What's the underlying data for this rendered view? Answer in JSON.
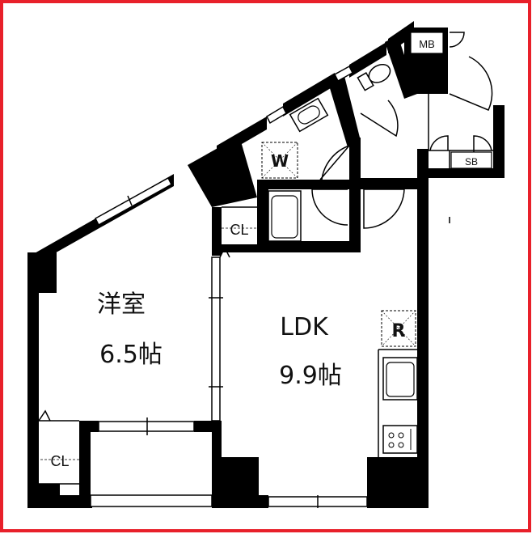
{
  "border_color": "#e8202a",
  "wall_color": "#000000",
  "rooms": {
    "western_room": {
      "name": "洋室",
      "size": "6.5帖"
    },
    "ldk": {
      "name": "LDK",
      "size": "9.9帖"
    }
  },
  "fixtures": {
    "closet_top": "CL",
    "closet_bottom": "CL",
    "washer": "W",
    "fridge": "R",
    "meter_box": "MB",
    "shoe_box": "SB"
  }
}
